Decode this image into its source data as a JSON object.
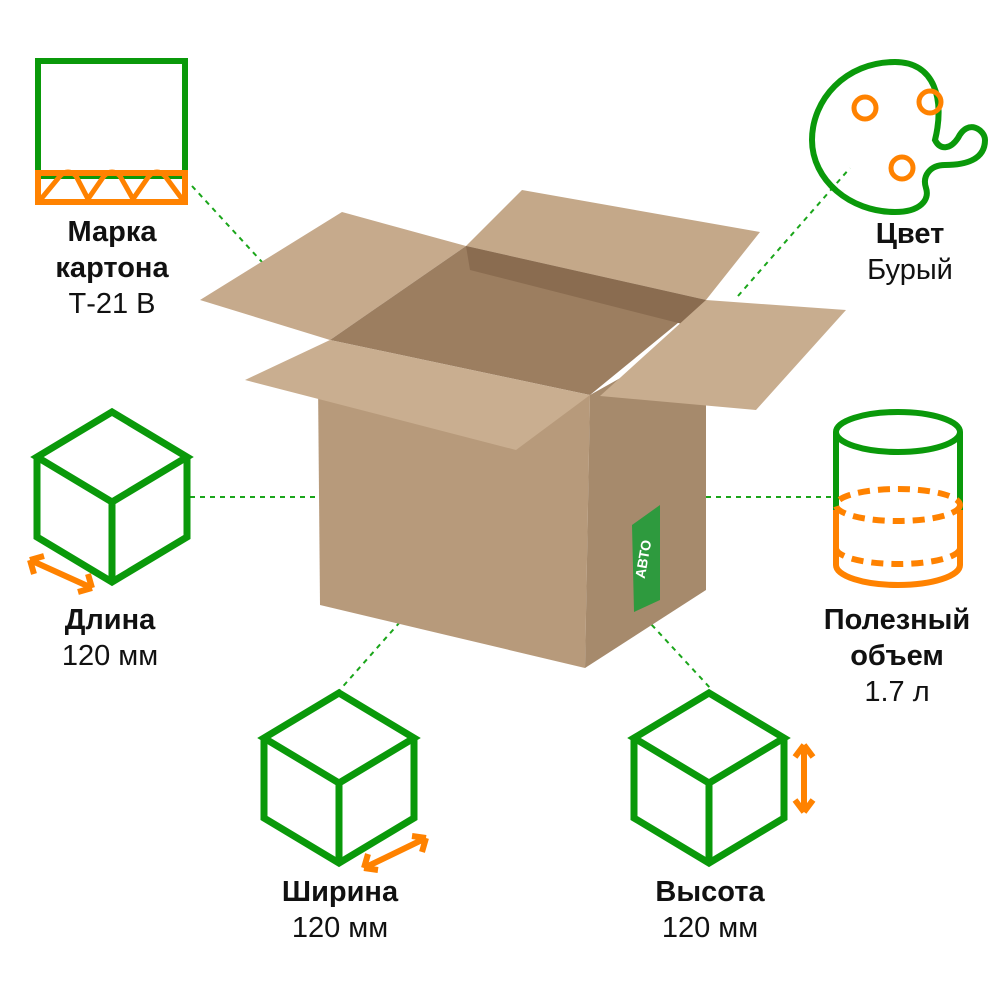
{
  "colors": {
    "green": "#0a990a",
    "orange": "#ff8200",
    "box_front": "#b79a7b",
    "box_side": "#a68a6c",
    "flap": "#c6aa8c",
    "interior": "#9c7e60"
  },
  "box_label": "АВТО",
  "specs": {
    "grade": {
      "title_line1": "Марка",
      "title_line2": "картона",
      "value": "Т-21 В"
    },
    "color": {
      "title": "Цвет",
      "value": "Бурый"
    },
    "length": {
      "title": "Длина",
      "value": "120 мм"
    },
    "volume": {
      "title_line1": "Полезный",
      "title_line2": "объем",
      "value": "1.7 л"
    },
    "width": {
      "title": "Ширина",
      "value": "120 мм"
    },
    "height": {
      "title": "Высота",
      "value": "120 мм"
    }
  }
}
